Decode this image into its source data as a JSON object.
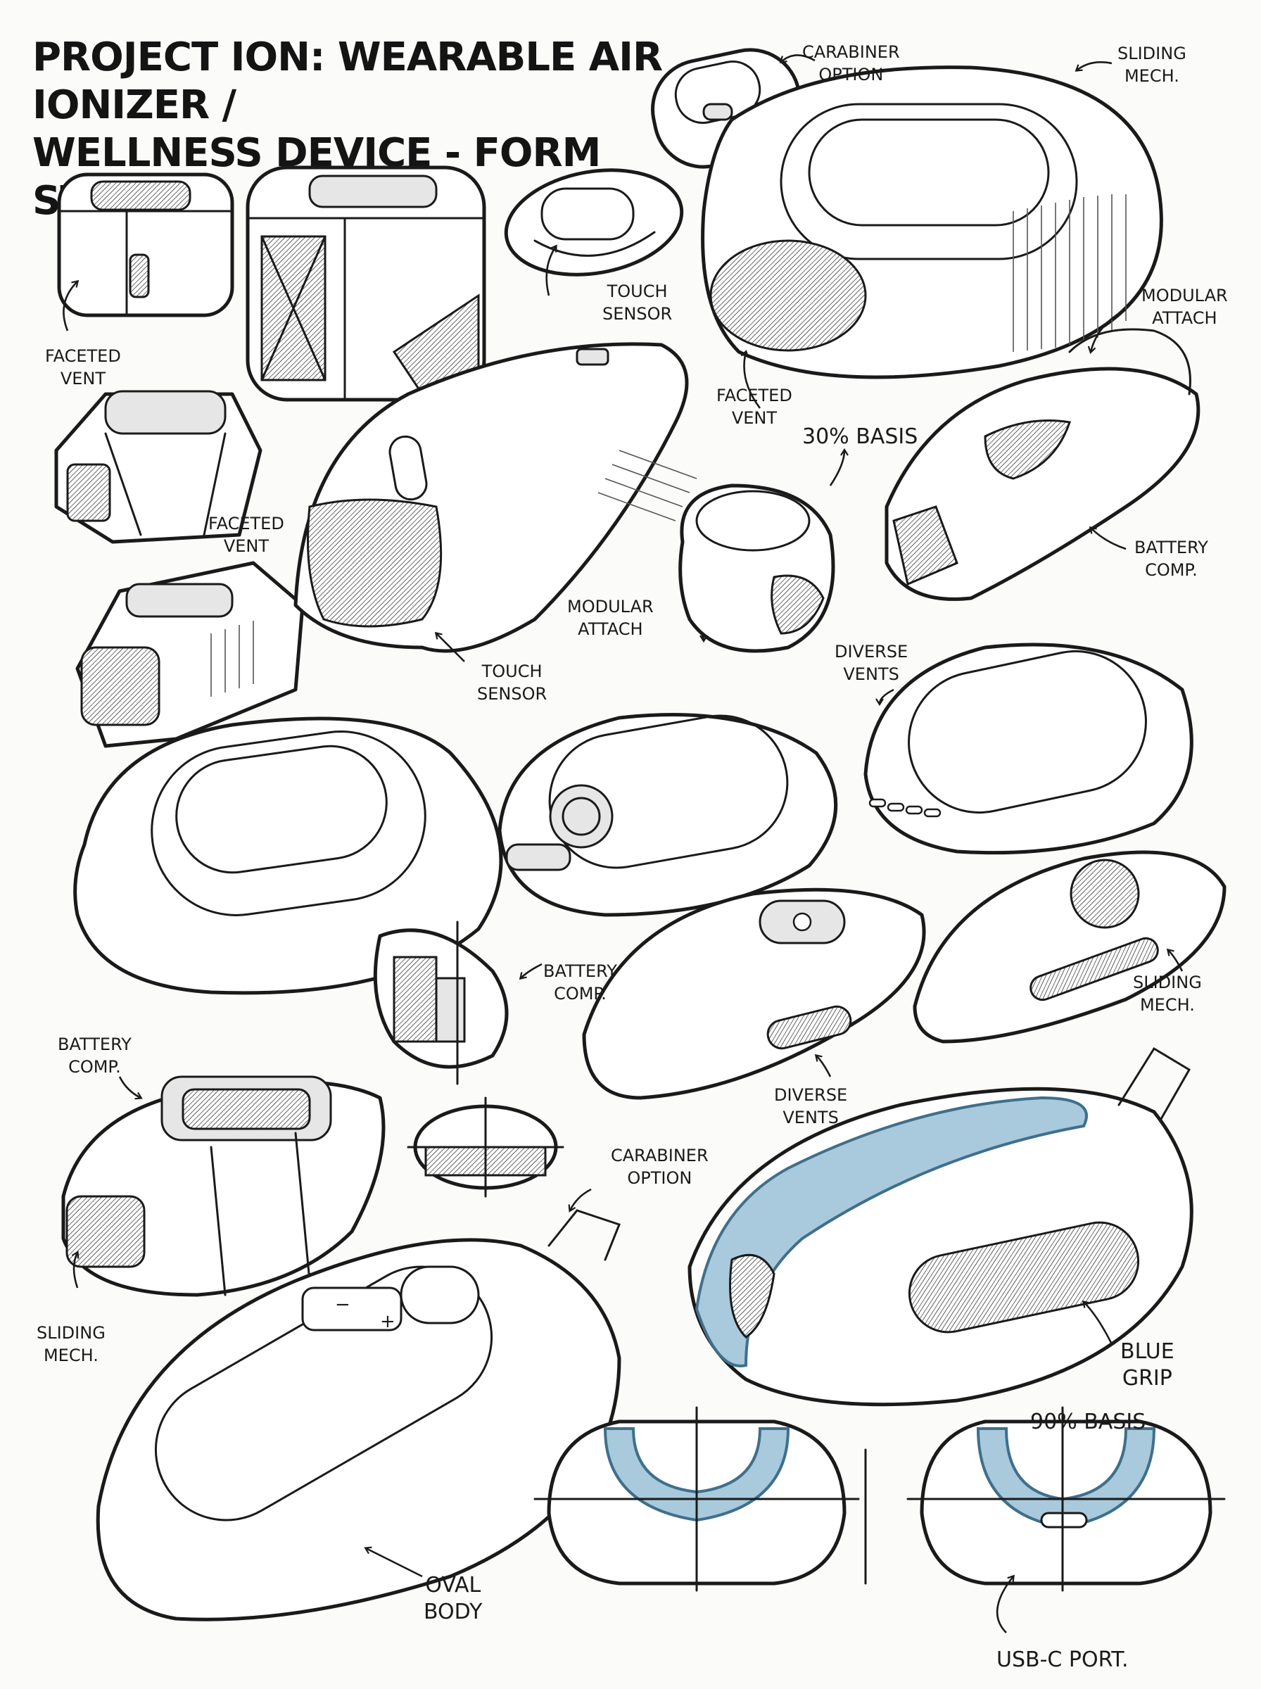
{
  "title": {
    "line1": "PROJECT ION: WEARABLE AIR IONIZER /",
    "line2": "WELLNESS DEVICE - FORM STUDIES"
  },
  "annotations": [
    {
      "id": "carabiner-option-top",
      "lines": [
        "CARABINER",
        "OPTION"
      ]
    },
    {
      "id": "sliding-mech-top",
      "lines": [
        "SLIDING",
        "MECH."
      ]
    },
    {
      "id": "faceted-vent-left",
      "lines": [
        "FACETED",
        "VENT"
      ]
    },
    {
      "id": "touch-sensor-top",
      "lines": [
        "TOUCH",
        "SENSOR"
      ]
    },
    {
      "id": "modular-attach-right",
      "lines": [
        "MODULAR",
        "ATTACH"
      ]
    },
    {
      "id": "faceted-vent-center",
      "lines": [
        "FACETED",
        "VENT"
      ]
    },
    {
      "id": "basis-30",
      "lines": [
        "30% BASIS"
      ]
    },
    {
      "id": "faceted-vent-mid",
      "lines": [
        "FACETED",
        "VENT"
      ]
    },
    {
      "id": "battery-comp-right",
      "lines": [
        "BATTERY",
        "COMP."
      ]
    },
    {
      "id": "modular-attach-center",
      "lines": [
        "MODULAR",
        "ATTACH"
      ]
    },
    {
      "id": "touch-sensor-bottom",
      "lines": [
        "TOUCH",
        "SENSOR"
      ]
    },
    {
      "id": "diverse-vents-right",
      "lines": [
        "DIVERSE",
        "VENTS"
      ]
    },
    {
      "id": "battery-comp-center",
      "lines": [
        "BATTERY",
        "COMP."
      ]
    },
    {
      "id": "sliding-mech-right",
      "lines": [
        "SLIDING",
        "MECH."
      ]
    },
    {
      "id": "battery-comp-left",
      "lines": [
        "BATTERY",
        "COMP."
      ]
    },
    {
      "id": "diverse-vents-center",
      "lines": [
        "DIVERSE",
        "VENTS"
      ]
    },
    {
      "id": "carabiner-option-bottom",
      "lines": [
        "CARABINER",
        "OPTION"
      ]
    },
    {
      "id": "sliding-mech-left",
      "lines": [
        "SLIDING",
        "MECH."
      ]
    },
    {
      "id": "blue-grip",
      "lines": [
        "BLUE",
        "GRIP"
      ]
    },
    {
      "id": "basis-90",
      "lines": [
        "90% BASIS"
      ]
    },
    {
      "id": "oval-body",
      "lines": [
        "OVAL",
        "BODY"
      ]
    },
    {
      "id": "usb-c-port",
      "lines": [
        "USB-C PORT."
      ]
    }
  ],
  "control_glyphs": {
    "minus": "−",
    "plus": "+"
  },
  "colors": {
    "ink": "#1a1a1a",
    "paper": "#fbfbf9",
    "grip_blue": "#a9c9dc",
    "grip_blue_stroke": "#3f6f8c"
  }
}
